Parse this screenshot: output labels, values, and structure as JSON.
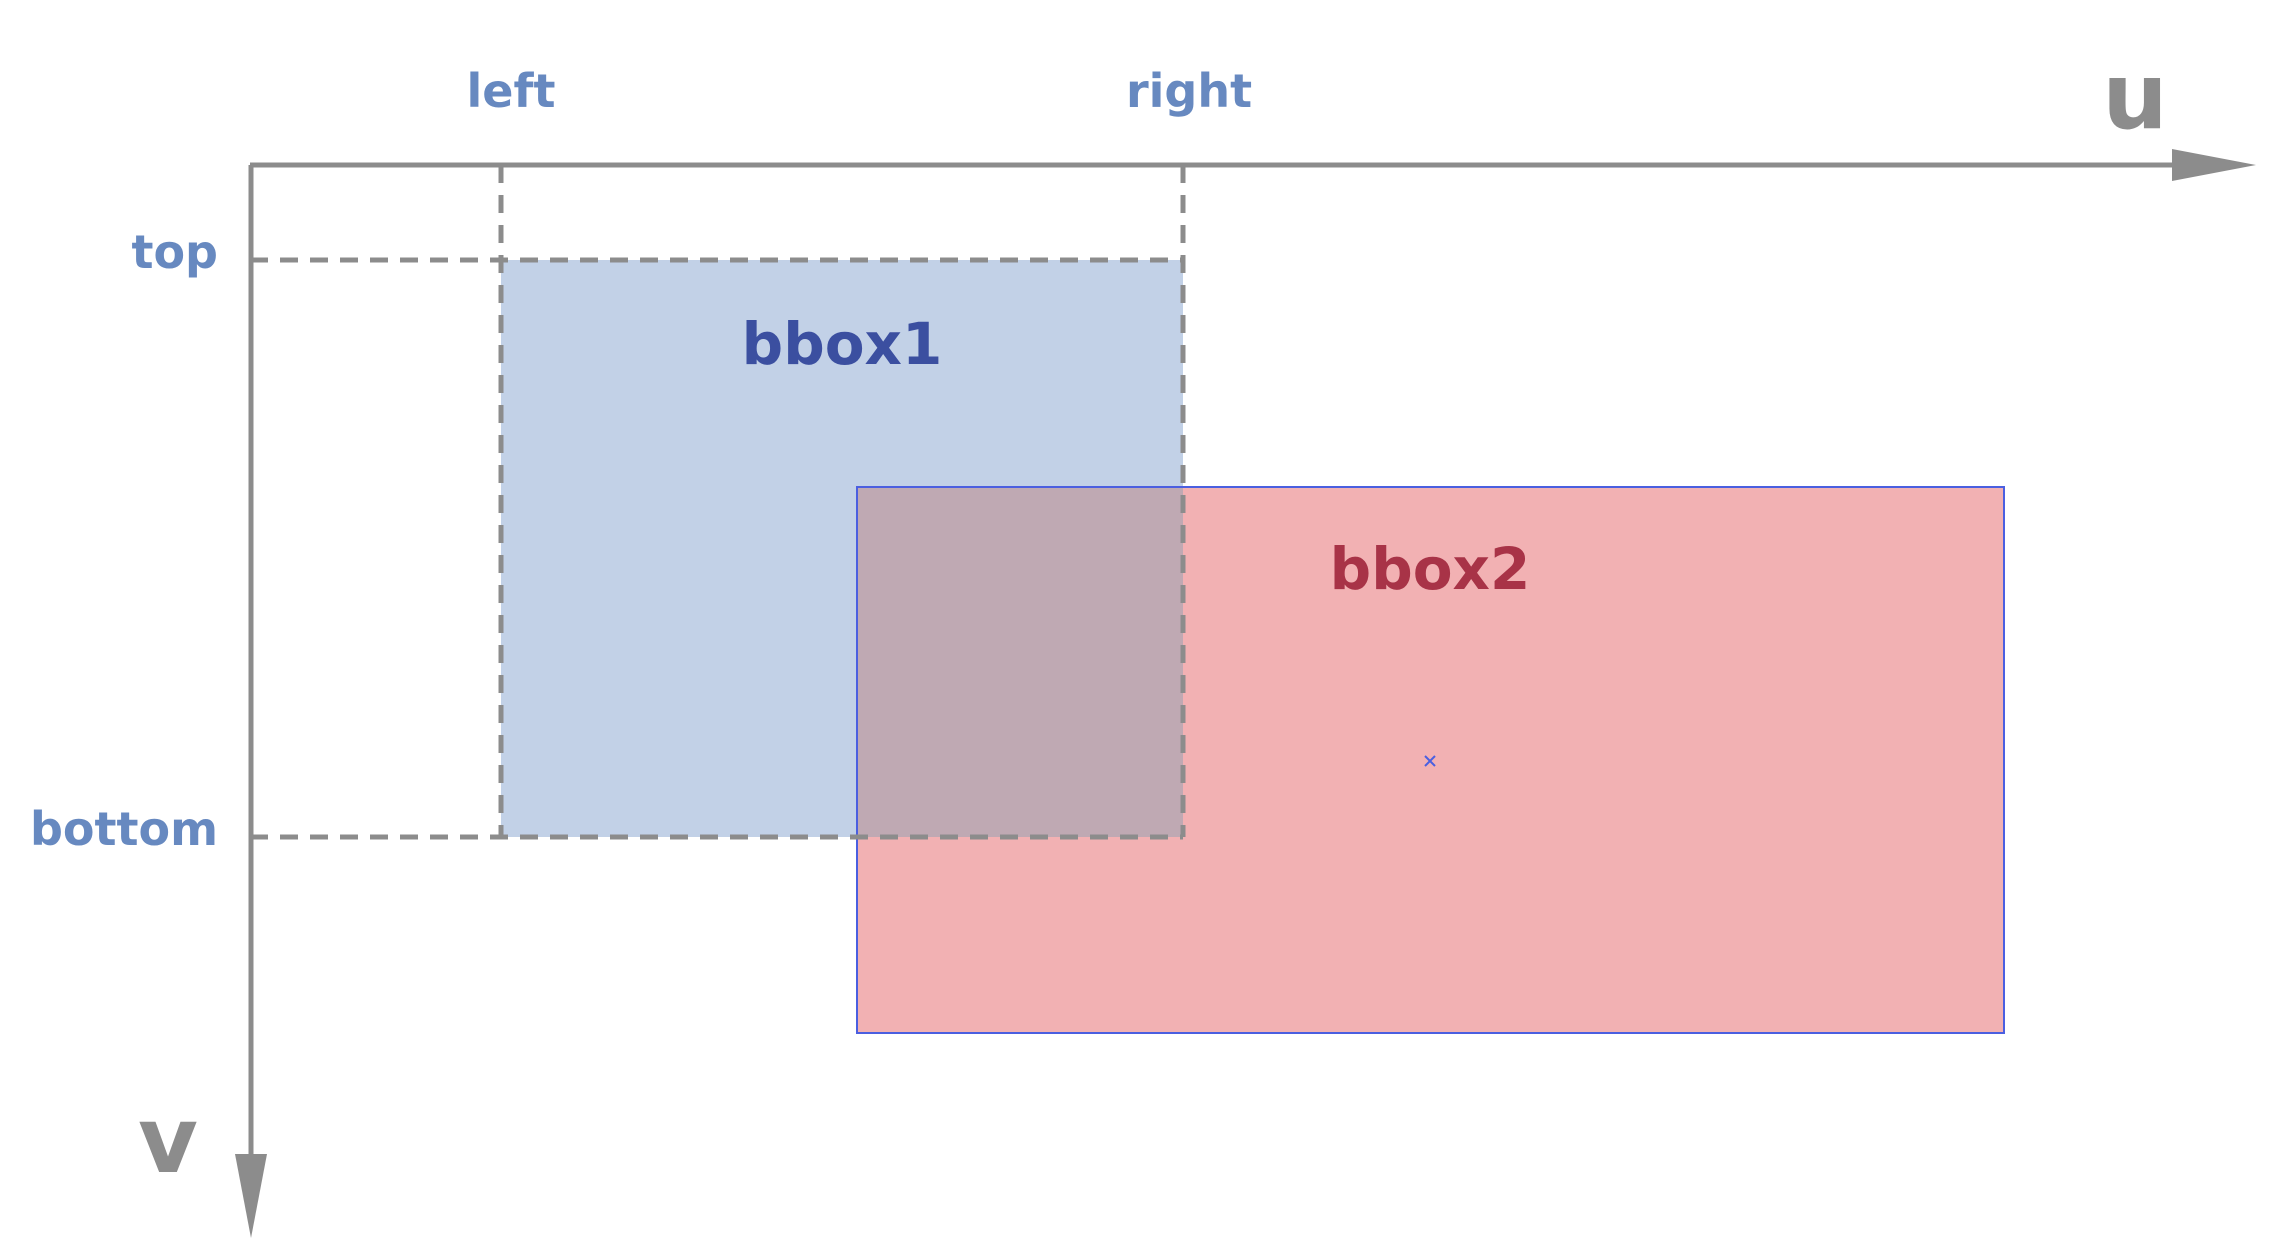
{
  "axes": {
    "horizontal": "u",
    "vertical": "v"
  },
  "edge_labels": {
    "left": "left",
    "right": "right",
    "top": "top",
    "bottom": "bottom"
  },
  "boxes": [
    {
      "label": "bbox1",
      "fill_color": "#c2d1e7",
      "label_color": "#3b4fa0",
      "border": "dashed gray"
    },
    {
      "label": "bbox2",
      "fill_color": "#f2b1b3",
      "label_color": "#a83347",
      "border": "solid blue"
    }
  ],
  "colors": {
    "axis": "#8c8c8c",
    "edge_label": "#6789c0",
    "overlap": "#bfa9b3"
  }
}
